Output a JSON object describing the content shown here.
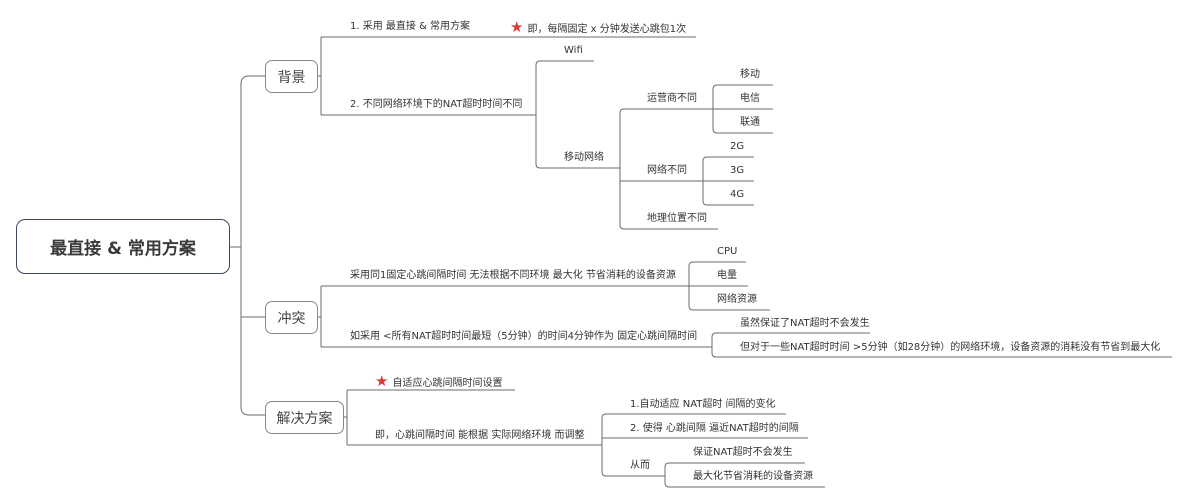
{
  "root": {
    "label": "最直接 & 常用方案"
  },
  "topics": {
    "background": {
      "label": "背景",
      "items": [
        {
          "label": "1. 采用 最直接 & 常用方案",
          "note": {
            "icon": "star-icon",
            "label": "即，每隔固定 x 分钟发送心跳包1次"
          }
        },
        {
          "label": "2. 不同网络环境下的NAT超时时间不同",
          "children": [
            {
              "label": "Wifi"
            },
            {
              "label": "移动网络",
              "children": [
                {
                  "label": "运营商不同",
                  "children": [
                    {
                      "label": "移动"
                    },
                    {
                      "label": "电信"
                    },
                    {
                      "label": "联通"
                    }
                  ]
                },
                {
                  "label": "网络不同",
                  "children": [
                    {
                      "label": "2G"
                    },
                    {
                      "label": "3G"
                    },
                    {
                      "label": "4G"
                    }
                  ]
                },
                {
                  "label": "地理位置不同"
                }
              ]
            }
          ]
        }
      ]
    },
    "conflict": {
      "label": "冲突",
      "items": [
        {
          "label": "采用同1固定心跳间隔时间 无法根据不同环境 最大化 节省消耗的设备资源",
          "children": [
            {
              "label": "CPU"
            },
            {
              "label": "电量"
            },
            {
              "label": "网络资源"
            }
          ]
        },
        {
          "label": "如采用 <所有NAT超时时间最短（5分钟）的时间4分钟作为 固定心跳间隔时间",
          "children": [
            {
              "label": "虽然保证了NAT超时不会发生"
            },
            {
              "label": "但对于一些NAT超时时间 >5分钟（如28分钟）的网络环境，设备资源的消耗没有节省到最大化"
            }
          ]
        }
      ]
    },
    "solution": {
      "label": "解决方案",
      "items": [
        {
          "icon": "star-icon",
          "label": "自适应心跳间隔时间设置"
        },
        {
          "label": "即，心跳间隔时间 能根据 实际网络环境 而调整",
          "children": [
            {
              "label": "1.自动适应 NAT超时 间隔的变化"
            },
            {
              "label": "2. 使得 心跳间隔 逼近NAT超时的间隔"
            },
            {
              "label": "从而",
              "children": [
                {
                  "label": "保证NAT超时不会发生"
                },
                {
                  "label": "最大化节省消耗的设备资源"
                }
              ]
            }
          ]
        }
      ]
    }
  },
  "colors": {
    "line": "#6b6b6b",
    "star": "#d93a35",
    "root_border": "#3d4a5c"
  },
  "icons": {
    "star": "★"
  }
}
